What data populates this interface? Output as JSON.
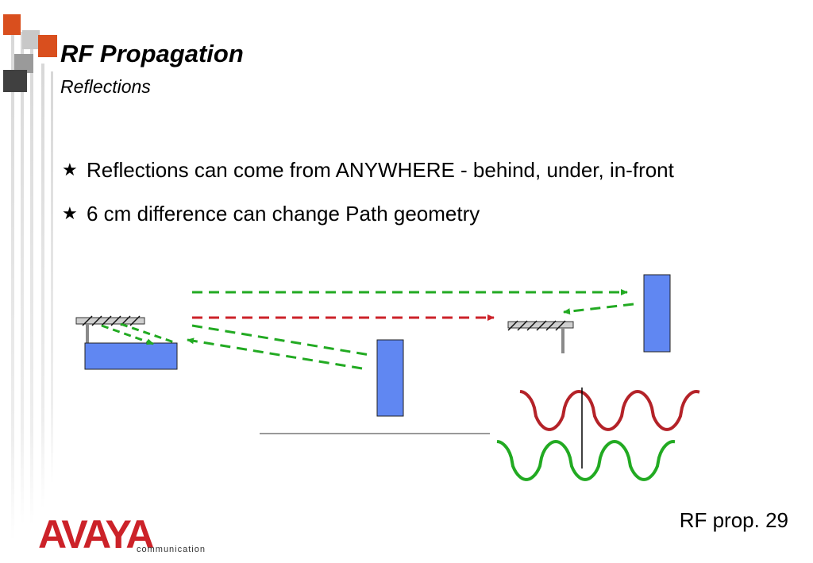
{
  "slide": {
    "title": "RF Propagation",
    "subtitle": "Reflections",
    "bullets": [
      {
        "text": "Reflections can come from ANYWHERE - behind, under, in-front"
      },
      {
        "text": "6 cm difference can change Path geometry"
      }
    ],
    "slide_number": "RF prop. 29"
  },
  "logo": {
    "wordmark": "AVAYA",
    "tagline": "communication"
  },
  "colors": {
    "accent_red": "#cc2229",
    "accent_orange": "#d94f1e",
    "reflector_blue": "#6087f2",
    "path_green": "#22aa22",
    "path_red": "#cc2229",
    "wave_red": "#b42228",
    "wave_green": "#22aa22"
  },
  "icons": {
    "bullet": "star-icon",
    "antenna": "yagi-antenna-icon"
  }
}
